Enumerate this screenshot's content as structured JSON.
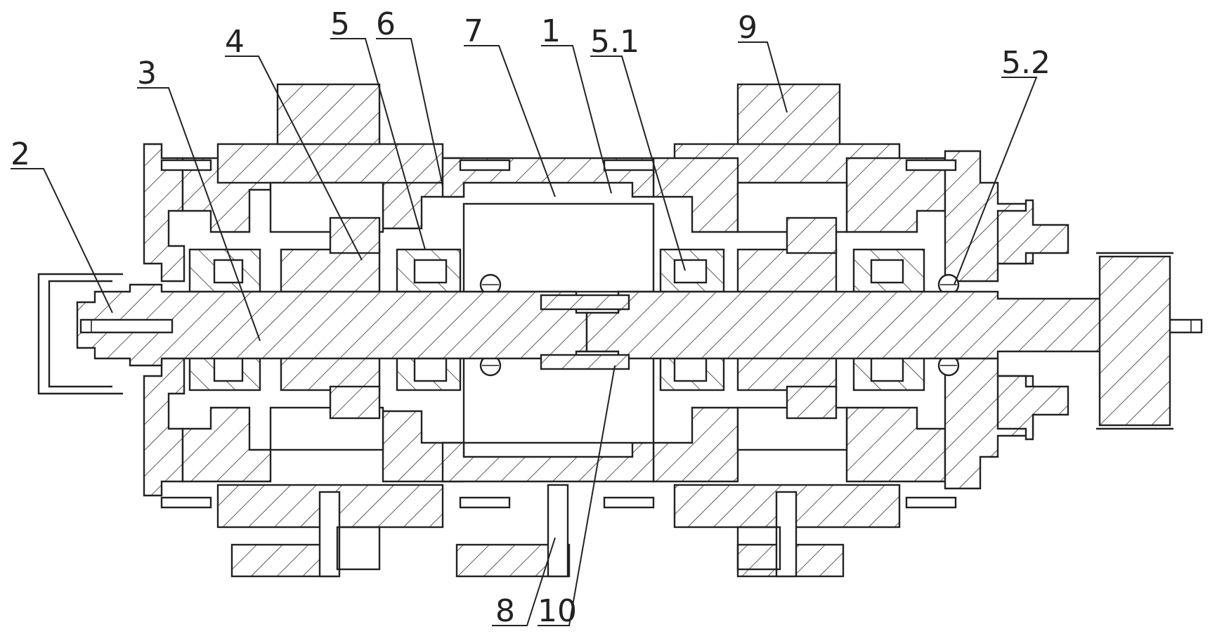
{
  "callouts": [
    {
      "id": "2",
      "label": "2"
    },
    {
      "id": "3",
      "label": "3"
    },
    {
      "id": "4",
      "label": "4"
    },
    {
      "id": "5",
      "label": "5"
    },
    {
      "id": "6",
      "label": "6"
    },
    {
      "id": "7",
      "label": "7"
    },
    {
      "id": "1",
      "label": "1"
    },
    {
      "id": "5-1",
      "label": "5.1"
    },
    {
      "id": "9",
      "label": "9"
    },
    {
      "id": "5-2",
      "label": "5.2"
    },
    {
      "id": "8",
      "label": "8"
    },
    {
      "id": "10",
      "label": "10"
    }
  ]
}
